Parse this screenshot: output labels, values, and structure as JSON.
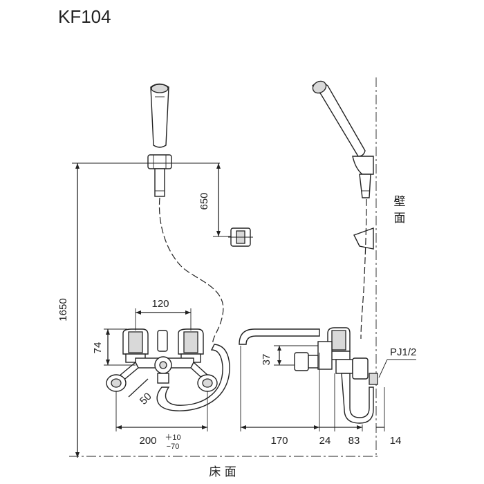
{
  "model": "KF104",
  "dimensions": {
    "height_total": "1650",
    "holder_height": "650",
    "spacing": "120",
    "lever_height": "74",
    "offset": "50",
    "base_width": "200",
    "tol_plus": "＋10",
    "tol_minus": "−70",
    "spout_length": "170",
    "offset_24": "24",
    "depth": "83",
    "wall_gap": "14",
    "spout_height": "37"
  },
  "labels": {
    "wall_char_1": "壁",
    "wall_char_2": "面",
    "floor": "床 面",
    "pipe": "PJ1/2"
  }
}
